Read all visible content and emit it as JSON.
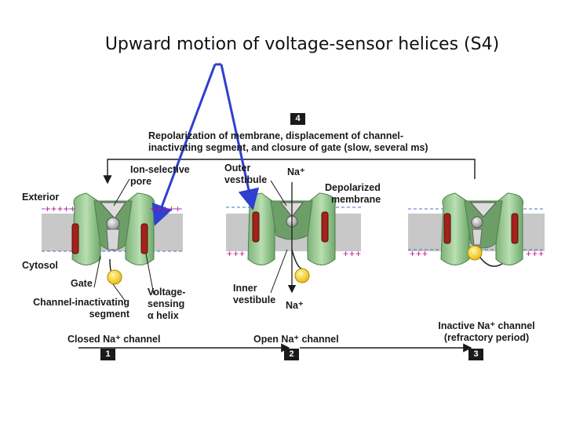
{
  "slide": {
    "title": "Upward motion of voltage-sensor helices (S4)"
  },
  "diagram": {
    "step4": {
      "number": "4",
      "line1": "Repolarization of membrane, displacement of channel-",
      "line2": "inactivating segment, and closure of gate (slow, several ms)"
    },
    "labels": {
      "exterior": "Exterior",
      "cytosol": "Cytosol",
      "ion_selective_pore_1": "Ion-selective",
      "ion_selective_pore_2": "pore",
      "outer_vestibule_1": "Outer",
      "outer_vestibule_2": "vestibule",
      "na_top": "Na⁺",
      "depolarized_1": "Depolarized",
      "depolarized_2": "membrane",
      "gate": "Gate",
      "channel_inactivating_1": "Channel-inactivating",
      "channel_inactivating_2": "segment",
      "voltage_sensing_1": "Voltage-",
      "voltage_sensing_2": "sensing",
      "voltage_sensing_3": "α helix",
      "inner_vestibule_1": "Inner",
      "inner_vestibule_2": "vestibule",
      "na_bottom": "Na⁺",
      "plus_signs": "+++++",
      "plus_signs_short": "+++"
    },
    "states": [
      {
        "number": "1",
        "label": "Closed Na⁺ channel"
      },
      {
        "number": "2",
        "label": "Open Na⁺ channel"
      },
      {
        "number": "3",
        "label_line1": "Inactive Na⁺ channel",
        "label_line2": "(refractory period)"
      }
    ],
    "colors": {
      "channel_green": "#9fcf9a",
      "channel_dark": "#5e9a5a",
      "membrane_gray": "#c8c8c8",
      "helix_red": "#a3221c",
      "ball_yellow": "#f5d31c",
      "pointer_blue": "#2f3fd0",
      "plus_magenta": "#c0148c",
      "dash_blue": "#4a6fd0"
    }
  }
}
